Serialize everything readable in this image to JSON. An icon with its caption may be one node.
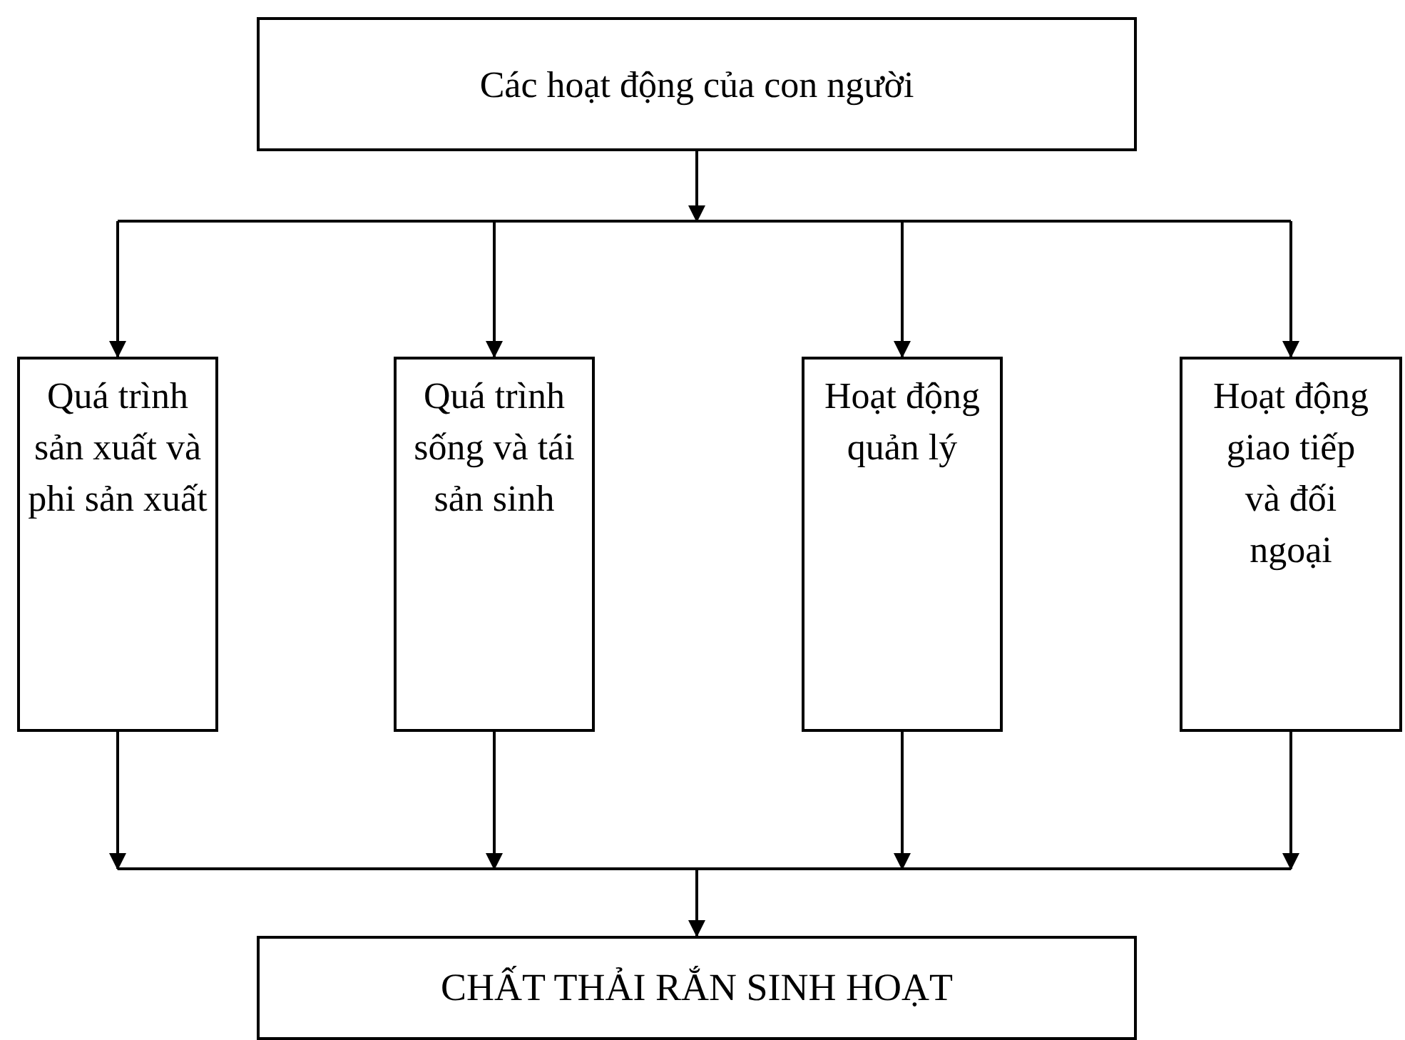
{
  "diagram": {
    "nodes": [
      {
        "text": [
          "Các hoạt động của con người"
        ]
      },
      {
        "text": [
          "Quá trình sản xuất và phi sản xuất"
        ]
      },
      {
        "text": [
          "Quá trình sống và tái sản sinh"
        ]
      },
      {
        "text": [
          "Hoạt động quản lý"
        ]
      },
      {
        "text": [
          "Hoạt động giao tiếp và đối ngoại"
        ]
      },
      {
        "text": [
          "CHẤT THẢI RẮN SINH HOẠT"
        ]
      }
    ],
    "edges": [
      {
        "from": 0,
        "to": 1,
        "arrow": "to"
      },
      {
        "from": 0,
        "to": 2,
        "arrow": "to"
      },
      {
        "from": 0,
        "to": 3,
        "arrow": "to"
      },
      {
        "from": 0,
        "to": 4,
        "arrow": "to"
      },
      {
        "from": 1,
        "to": 5,
        "arrow": "to"
      },
      {
        "from": 2,
        "to": 5,
        "arrow": "to"
      },
      {
        "from": 3,
        "to": 5,
        "arrow": "to"
      },
      {
        "from": 4,
        "to": 5,
        "arrow": "to"
      }
    ]
  }
}
